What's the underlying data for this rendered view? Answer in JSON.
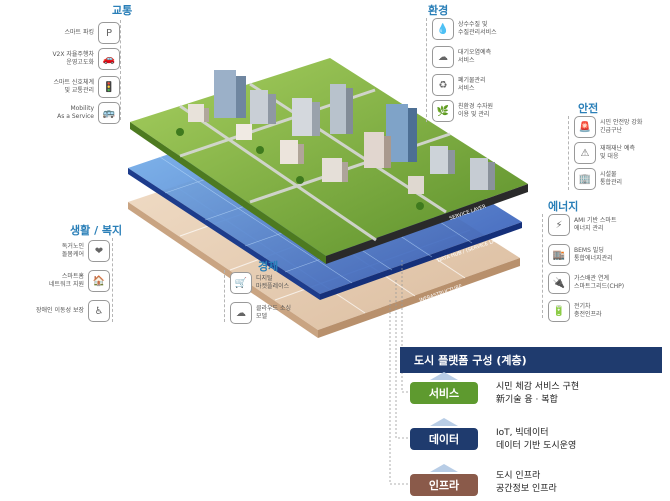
{
  "categories": {
    "traffic": {
      "title": "교통",
      "items": [
        {
          "label": "스마트 파킹",
          "icon": "parking-icon",
          "glyph": "P"
        },
        {
          "label": "V2X 자율주행차\n운영고도화",
          "icon": "car-icon",
          "glyph": "🚗"
        },
        {
          "label": "스마트 신호체계\n및 교통관리",
          "icon": "traffic-light-icon",
          "glyph": "🚦"
        },
        {
          "label": "Mobility\nAs a Service",
          "icon": "bus-icon",
          "glyph": "🚌"
        }
      ]
    },
    "environment": {
      "title": "환경",
      "items": [
        {
          "label": "상수수질 및\n수질관리서비스",
          "icon": "water-drop-icon",
          "glyph": "💧"
        },
        {
          "label": "대기오염예측\n서비스",
          "icon": "cloud-icon",
          "glyph": "☁"
        },
        {
          "label": "폐기물관리\n서비스",
          "icon": "recycle-icon",
          "glyph": "♻"
        },
        {
          "label": "친환경 수자원\n이용 및 관리",
          "icon": "leaf-icon",
          "glyph": "🌿"
        }
      ]
    },
    "safety": {
      "title": "안전",
      "items": [
        {
          "label": "시민 안전망 강화\n긴급구난",
          "icon": "siren-icon",
          "glyph": "🚨"
        },
        {
          "label": "재해재난 예측\n및 대응",
          "icon": "alert-icon",
          "glyph": "⚠"
        },
        {
          "label": "시설물\n통합관리",
          "icon": "building-icon",
          "glyph": "🏢"
        }
      ]
    },
    "energy": {
      "title": "에너지",
      "items": [
        {
          "label": "AMI 기반 스마트\n에너지 관리",
          "icon": "meter-icon",
          "glyph": "⚡"
        },
        {
          "label": "BEMS 빌딩\n통합에너지관리",
          "icon": "bems-icon",
          "glyph": "🏬"
        },
        {
          "label": "가스배관 연계\n스마트그리드(CHP)",
          "icon": "grid-icon",
          "glyph": "🔌"
        },
        {
          "label": "전기차\n충전인프라",
          "icon": "ev-charger-icon",
          "glyph": "🔋"
        }
      ]
    },
    "welfare": {
      "title": "생활 / 복지",
      "items": [
        {
          "label": "독거노인\n돌봄케어",
          "icon": "heart-icon",
          "glyph": "❤"
        },
        {
          "label": "스마트홈\n네트워크 지원",
          "icon": "home-icon",
          "glyph": "🏠"
        },
        {
          "label": "장애인 이동성 보장",
          "icon": "wheelchair-icon",
          "glyph": "♿"
        }
      ]
    },
    "economy": {
      "title": "경제",
      "items": [
        {
          "label": "디지털\n마켓플레이스",
          "icon": "cart-icon",
          "glyph": "🛒"
        },
        {
          "label": "클라우드 소싱\n모델",
          "icon": "cloud-sourcing-icon",
          "glyph": "☁"
        }
      ]
    }
  },
  "layers": {
    "service": "SERVICE LAYER",
    "data": "DATA HUB / (SERVICE LAYER)",
    "infra": "INFRASTRUCTURE"
  },
  "legend": {
    "title": "도시 플랫폼 구성 (계층)",
    "tiers": [
      {
        "name": "서비스",
        "desc": "시민 체감 서비스 구현\n新기술 융 · 복합",
        "color": "#5e9a2f"
      },
      {
        "name": "데이터",
        "desc": "IoT, 빅데이터\n데이터 기반 도시운영",
        "color": "#1f3b6e"
      },
      {
        "name": "인프라",
        "desc": "도시 인프라\n공간정보 인프라",
        "color": "#8a5a4a"
      }
    ]
  }
}
